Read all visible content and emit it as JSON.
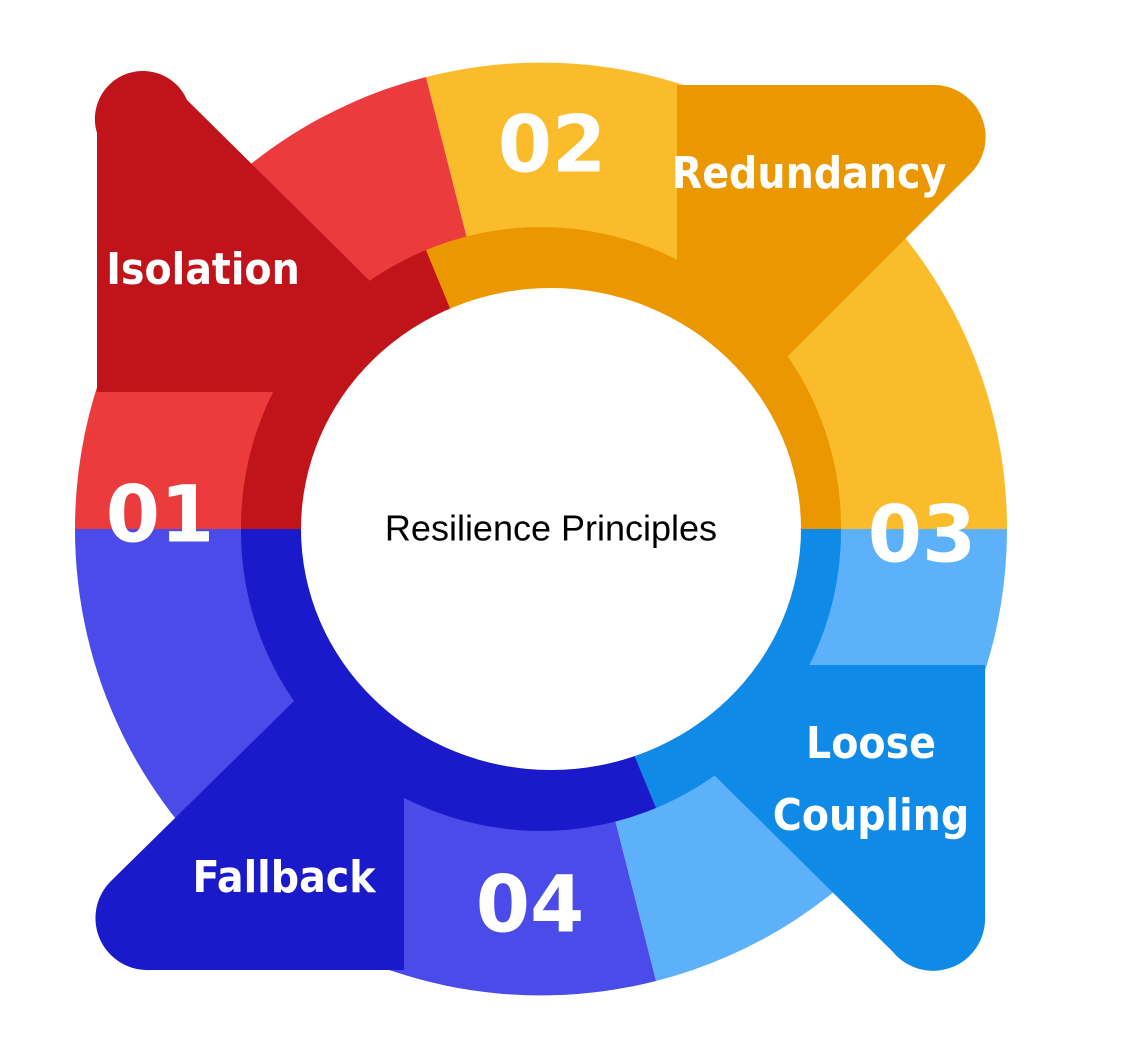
{
  "center": {
    "title": "Resilience Principles"
  },
  "segments": [
    {
      "number": "01",
      "label": "Isolation",
      "colors": {
        "light": "#ec3b3d",
        "dark": "#c0141a"
      }
    },
    {
      "number": "02",
      "label": "Redundancy",
      "colors": {
        "light": "#fbbc2b",
        "dark": "#eb9800"
      }
    },
    {
      "number": "03",
      "label": "Loose Coupling",
      "label_lines": [
        "Loose",
        "Coupling"
      ],
      "colors": {
        "light": "#5db1fb",
        "dark": "#0f8ae6"
      }
    },
    {
      "number": "04",
      "label": "Fallback",
      "colors": {
        "light": "#4a4be8",
        "dark": "#1a1acb"
      }
    }
  ]
}
